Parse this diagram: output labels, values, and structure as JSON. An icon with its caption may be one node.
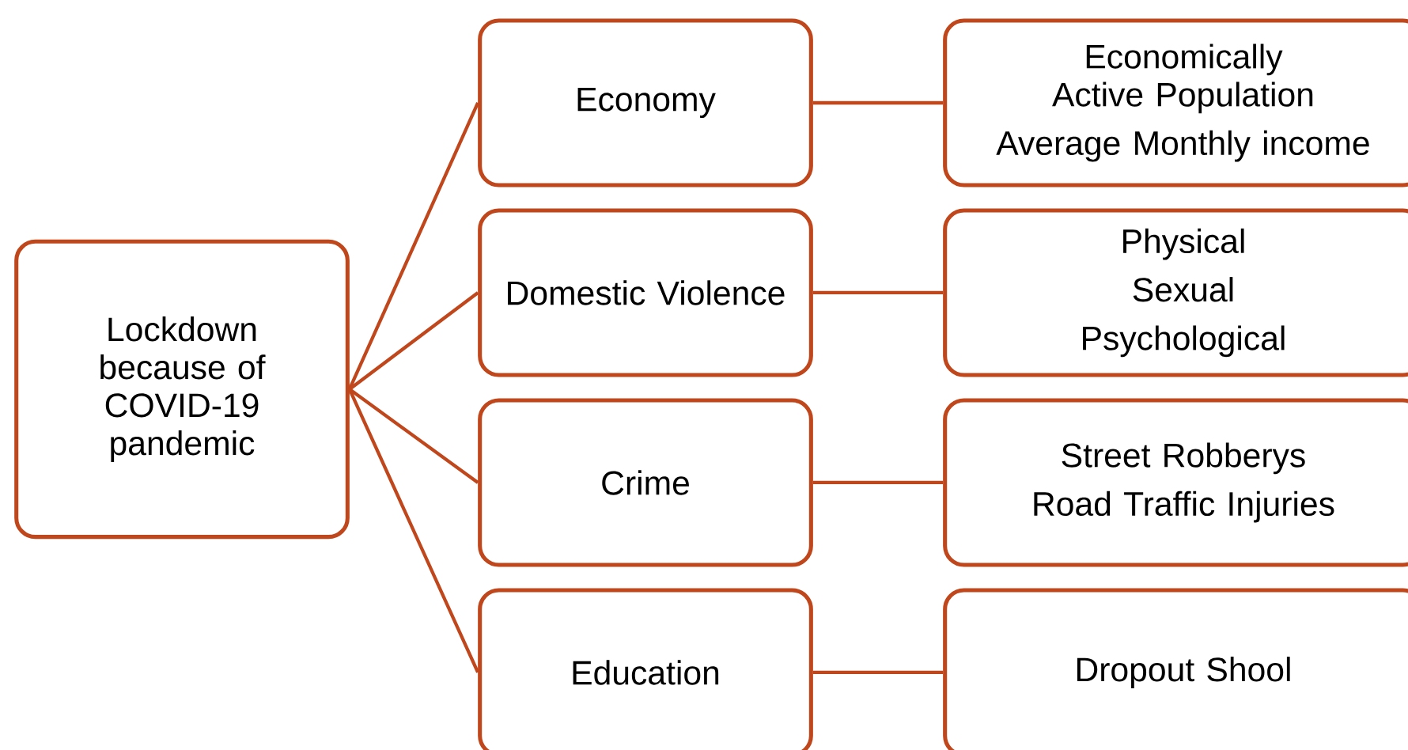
{
  "diagram": {
    "nodes": [
      {
        "text": [
          "Lockdown because of COVID-19 pandemic"
        ]
      },
      {
        "text": [
          "Economy"
        ]
      },
      {
        "text": [
          "Domestic Violence"
        ]
      },
      {
        "text": [
          "Crime"
        ]
      },
      {
        "text": [
          "Education"
        ]
      },
      {
        "text": [
          "Economically Active Population",
          "Average Monthly income"
        ]
      },
      {
        "text": [
          "Physical",
          "Sexual",
          "Psychological"
        ]
      },
      {
        "text": [
          "Street Robberys",
          "Road Traffic Injuries"
        ]
      },
      {
        "text": [
          "Dropout Shool"
        ]
      }
    ],
    "edges": [
      {
        "from": 0,
        "to": 1,
        "arrow": "none"
      },
      {
        "from": 0,
        "to": 2,
        "arrow": "none"
      },
      {
        "from": 0,
        "to": 3,
        "arrow": "none"
      },
      {
        "from": 0,
        "to": 4,
        "arrow": "none"
      },
      {
        "from": 1,
        "to": 5,
        "arrow": "none"
      },
      {
        "from": 2,
        "to": 6,
        "arrow": "none"
      },
      {
        "from": 3,
        "to": 7,
        "arrow": "none"
      },
      {
        "from": 4,
        "to": 8,
        "arrow": "none"
      }
    ]
  }
}
